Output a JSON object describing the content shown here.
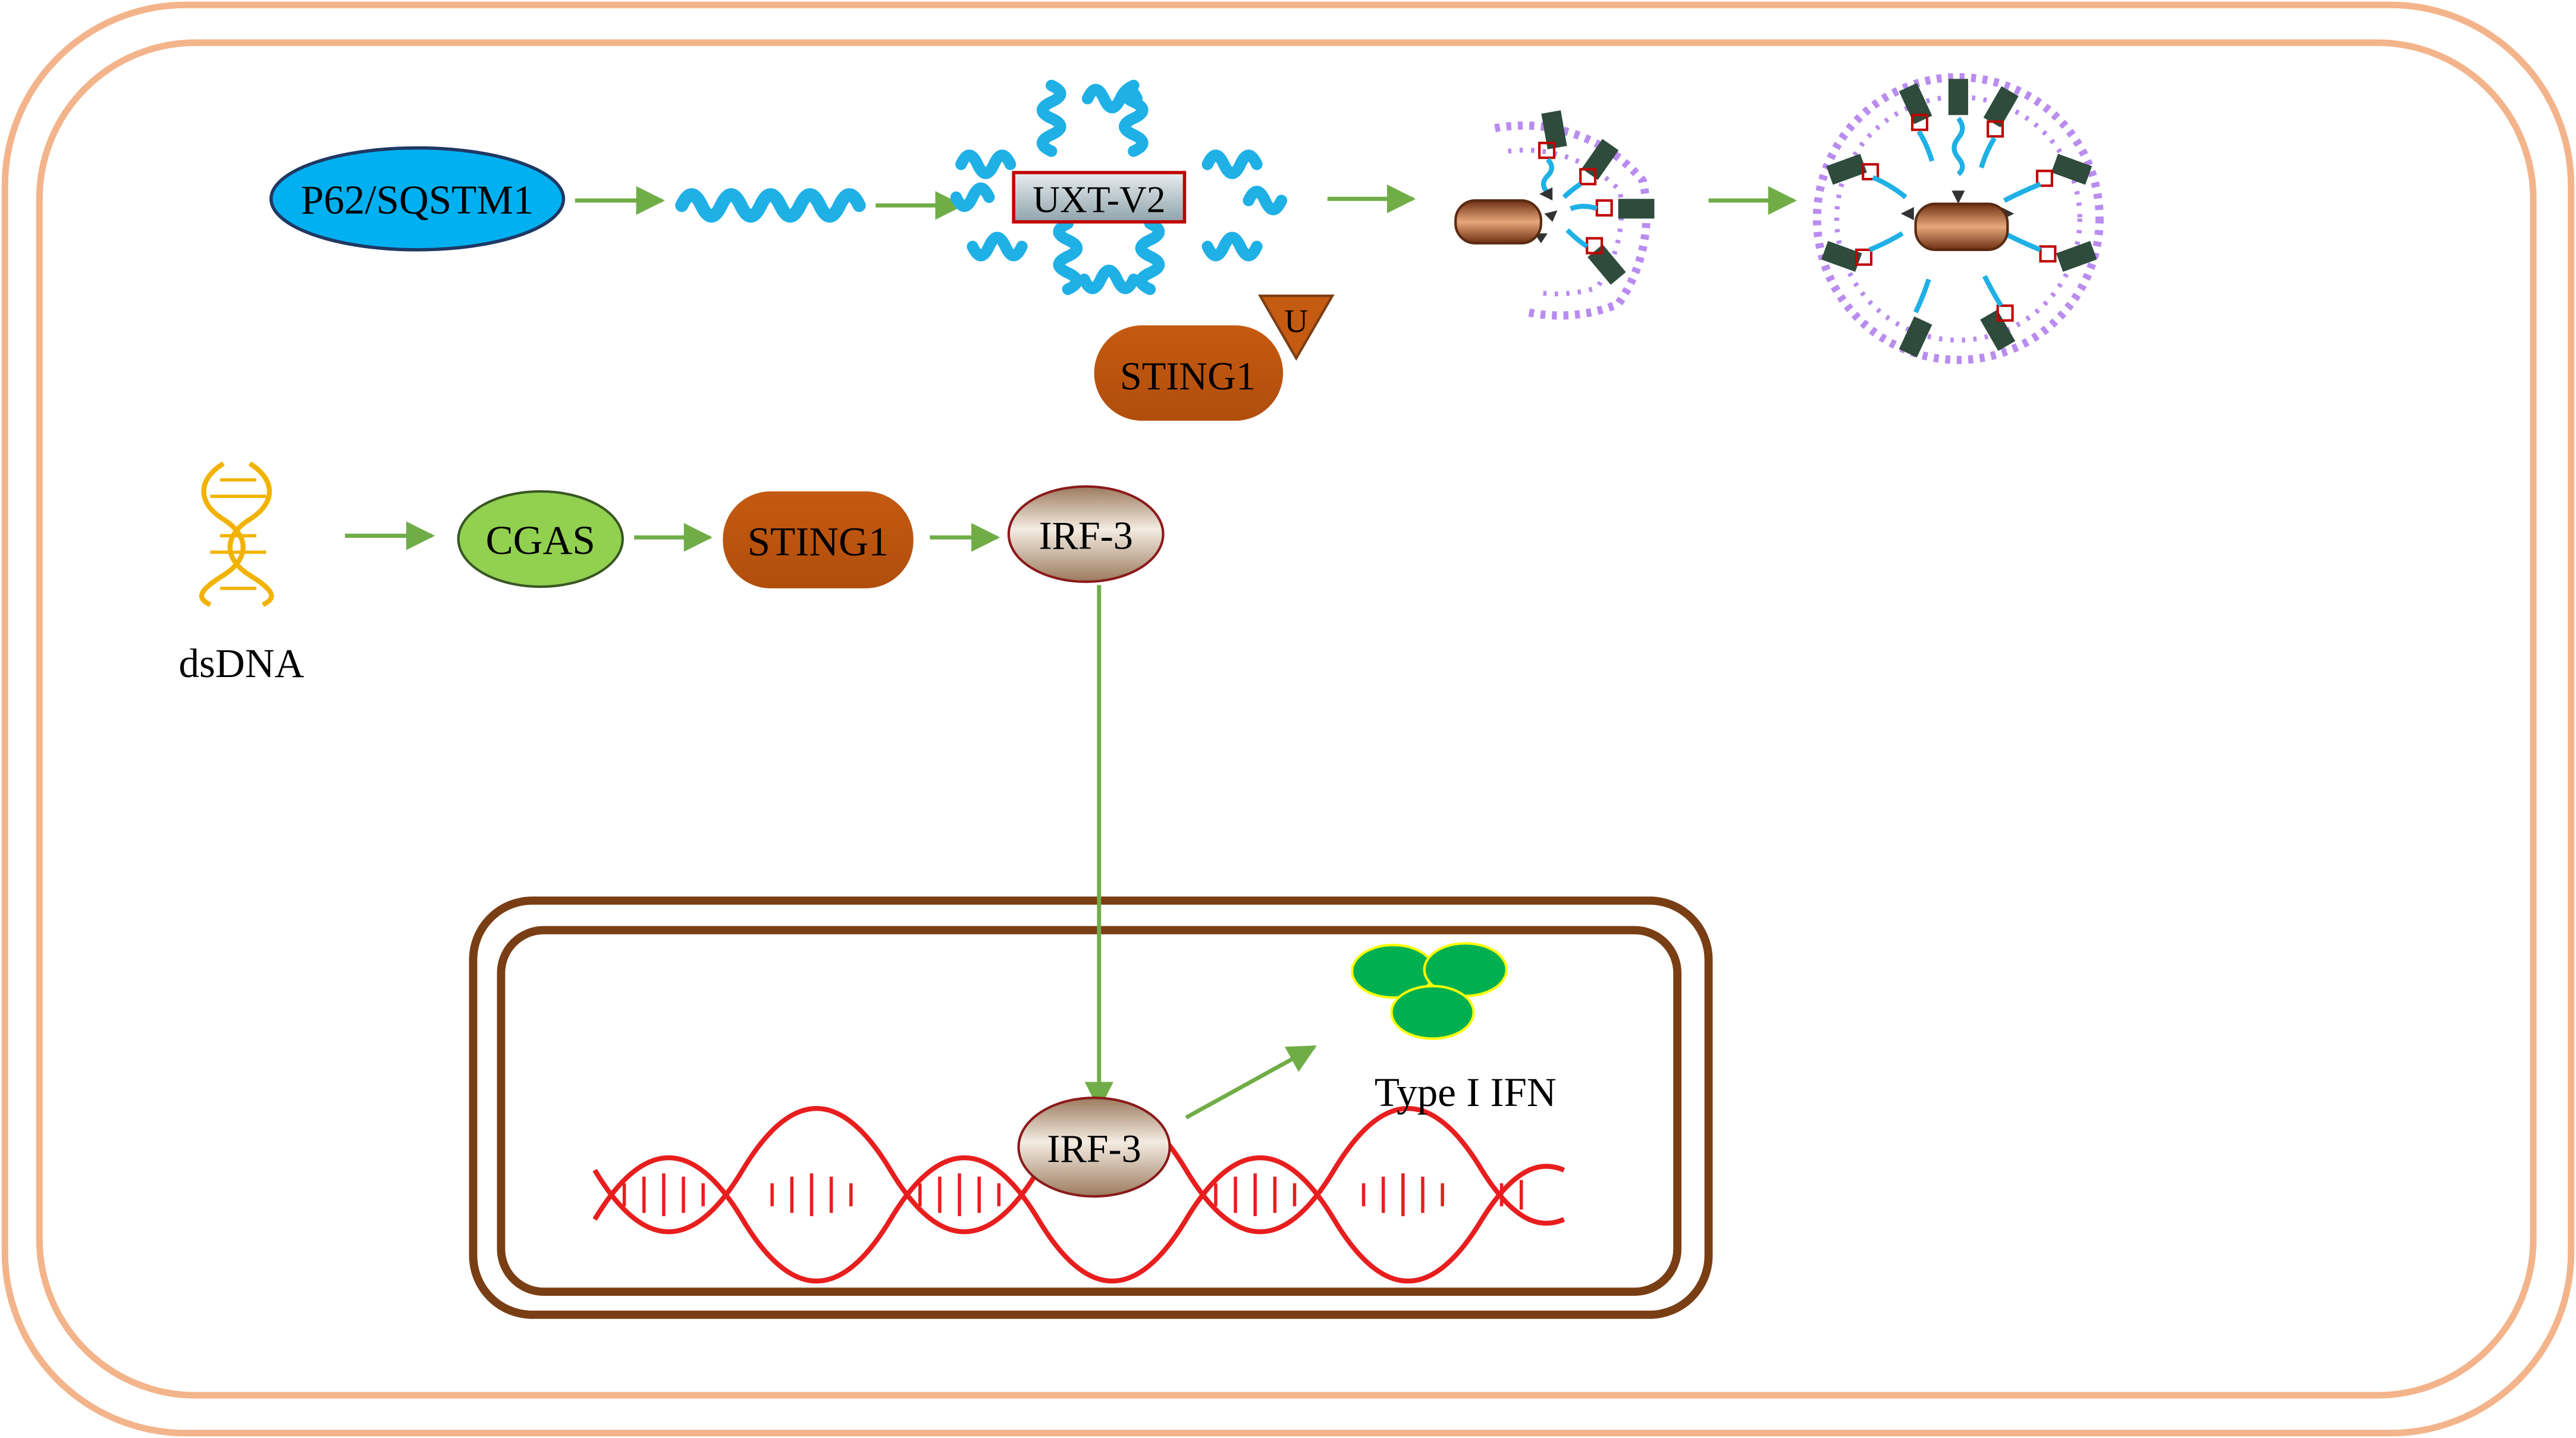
{
  "cell": {
    "labels": {
      "p62": "P62/SQSTM1",
      "uxt": "UXT-V2",
      "sting_top": "STING1",
      "ubiquitin": "U",
      "cgas": "CGAS",
      "sting_mid": "STING1",
      "irf3_cyto": "IRF-3",
      "dsdna": "dsDNA",
      "irf3_nucleus": "IRF-3",
      "ifn": "Type I IFN"
    }
  },
  "colors": {
    "cell_membrane": "#F3B48B",
    "nuclear_envelope": "#7A3E14",
    "arrow": "#70AD47",
    "p62_fill": "#00B0F0",
    "uxt_fill": "#B9C7CC",
    "sting_fill": "#C55A11",
    "cgas_fill": "#92D050",
    "irf3_light": "#F4ECE2",
    "irf3_dark": "#9C7A5E",
    "helix_blue": "#1FB0E6",
    "autophagosome_purple": "#B98CF0",
    "receptor_green": "#2E4B3C",
    "cargo_brown": "#A0522D",
    "dsdna_gold": "#F2B300",
    "genomic_dna_red": "#E81E1E",
    "ifn_green": "#00B050"
  }
}
